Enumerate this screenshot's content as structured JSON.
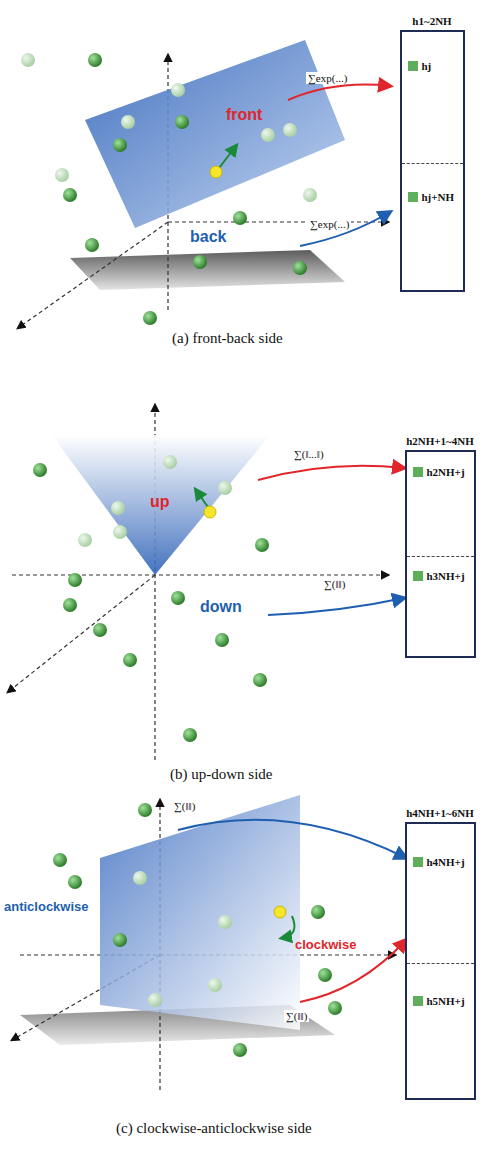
{
  "diagram": {
    "nodes": [
      {
        "text": [
          "h1~2NH",
          "hj",
          "hj+NH"
        ]
      },
      {
        "text": [
          "h2NH+1~4NH",
          "h2NH+j",
          "h3NH+j"
        ]
      },
      {
        "text": [
          "h4NH+1~6NH",
          "h4NH+j",
          "h5NH+j"
        ]
      }
    ],
    "edges": [],
    "labels": [
      "front",
      "back",
      "∑exp(...)",
      "∑exp(...)",
      "(a) front-back side",
      "up",
      "down",
      "∑(‖...‖)",
      "∑(‖‖)",
      "(b) up-down side",
      "anticlockwise",
      "clockwise",
      "∑(‖‖)",
      "∑(‖‖)",
      "(c) clockwise-anticlockwise side"
    ]
  }
}
